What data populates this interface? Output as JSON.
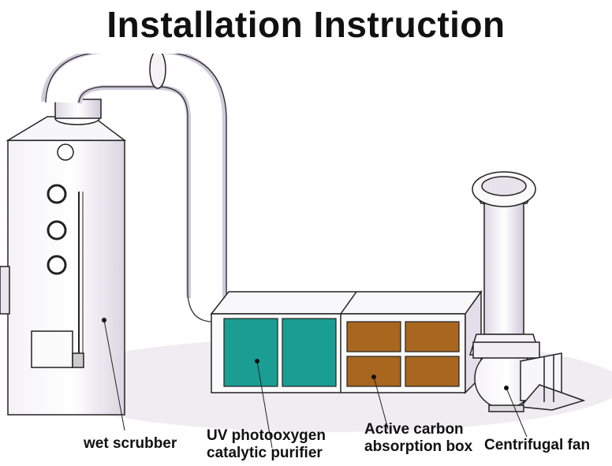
{
  "title": "Installation Instruction",
  "labels": {
    "wet_scrubber": "wet scrubber",
    "uv_line1": "UV photooxygen",
    "uv_line2": "catalytic purifier",
    "carbon_line1": "Active carbon",
    "carbon_line2": "absorption box",
    "fan": "Centrifugal fan"
  },
  "colors": {
    "uv_panel": "#1a9e93",
    "carbon_panel": "#a8661f",
    "shade": "#e9e6ee"
  }
}
